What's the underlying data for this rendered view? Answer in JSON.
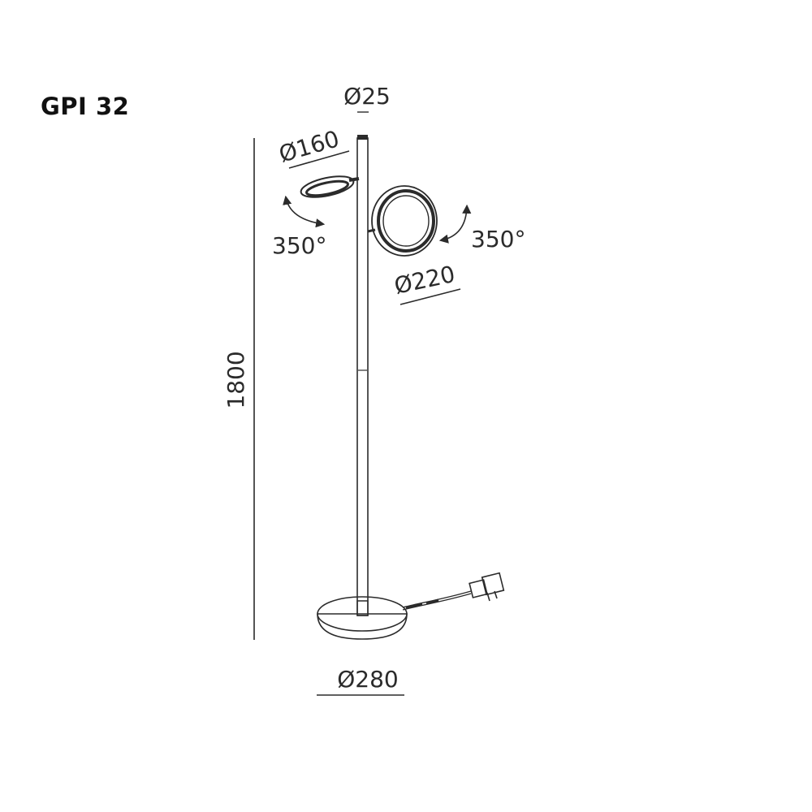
{
  "title": "GPI 32",
  "dimensions": {
    "pole_diameter": "Ø25",
    "small_head_diameter": "Ø160",
    "small_head_rotation": "350°",
    "large_head_diameter": "Ø220",
    "large_head_rotation": "350°",
    "height": "1800",
    "base_diameter": "Ø280"
  },
  "colors": {
    "line": "#2b2b2b",
    "text": "#111111",
    "background": "#ffffff"
  }
}
